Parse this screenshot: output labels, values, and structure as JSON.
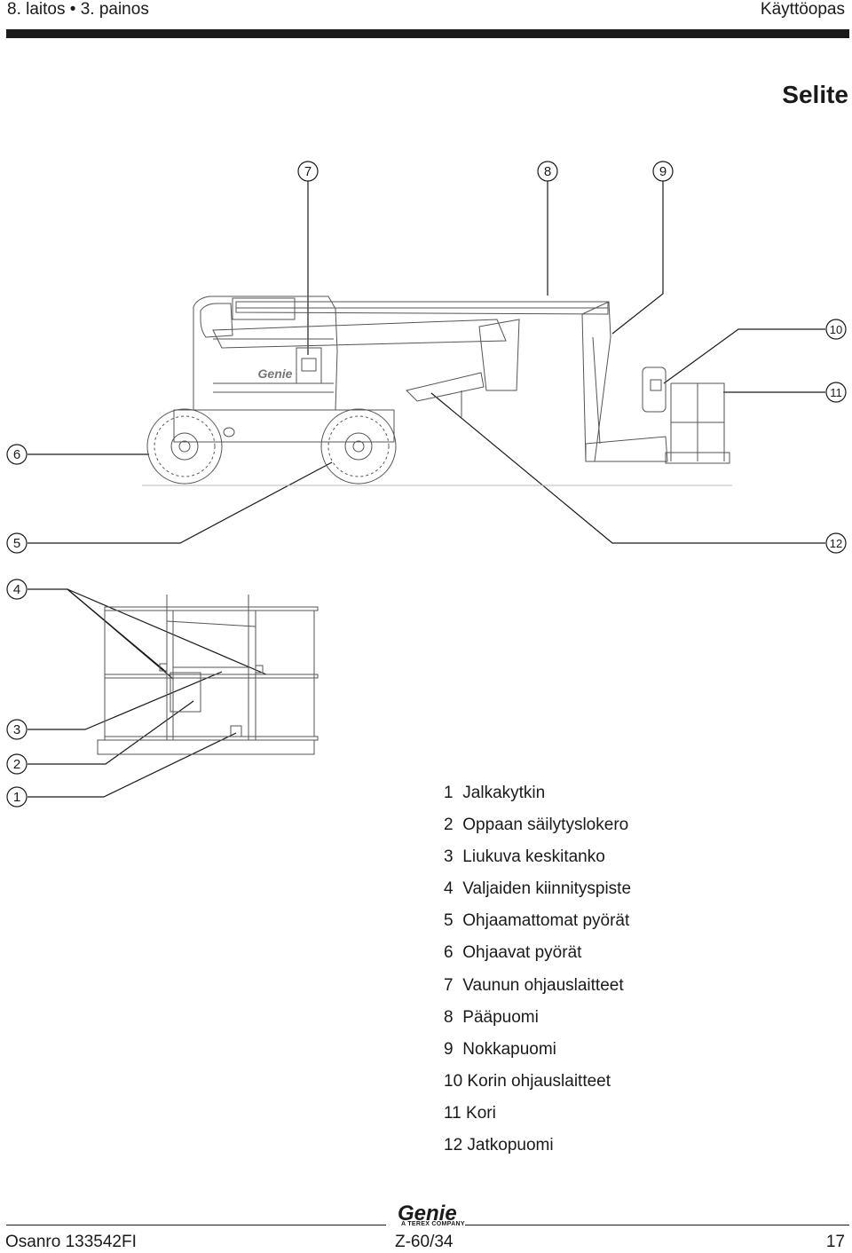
{
  "header": {
    "edition": "8. laitos",
    "bullet": "•",
    "printing": "3. painos",
    "doc_type": "Käyttöopas"
  },
  "section_title": "Selite",
  "callouts": [
    "7",
    "8",
    "9",
    "10",
    "11",
    "6",
    "5",
    "12",
    "4",
    "3",
    "2",
    "1"
  ],
  "legend": [
    {
      "num": "1",
      "label": "Jalkakytkin"
    },
    {
      "num": "2",
      "label": "Oppaan säilytyslokero"
    },
    {
      "num": "3",
      "label": "Liukuva keskitanko"
    },
    {
      "num": "4",
      "label": "Valjaiden kiinnityspiste"
    },
    {
      "num": "5",
      "label": "Ohjaamattomat pyörät"
    },
    {
      "num": "6",
      "label": "Ohjaavat pyörät"
    },
    {
      "num": "7",
      "label": "Vaunun ohjauslaitteet"
    },
    {
      "num": "8",
      "label": "Pääpuomi"
    },
    {
      "num": "9",
      "label": "Nokkapuomi"
    },
    {
      "num": "10",
      "label": "Korin ohjauslaitteet"
    },
    {
      "num": "11",
      "label": "Kori"
    },
    {
      "num": "12",
      "label": "Jatkopuomi"
    }
  ],
  "machine_decal": "Genie",
  "footer": {
    "part_number": "Osanro 133542FI",
    "model": "Z-60/34",
    "page": "17",
    "logo_word": "Genie",
    "logo_sub": "A TEREX COMPANY"
  }
}
